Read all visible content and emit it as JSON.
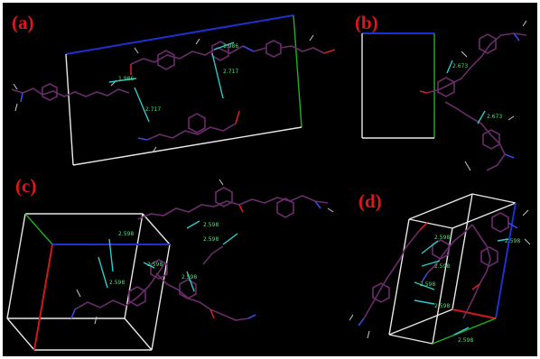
{
  "colors": {
    "background": "#000000",
    "panel_label": "#e0161e",
    "cell_edge": "#e8e8e8",
    "axis_a": "#d01818",
    "axis_b": "#2030d0",
    "axis_c": "#20b020",
    "hbond": "#30c8c8",
    "distance_label": "#50e070",
    "carbon": "#6a2c6a",
    "nitrogen": "#3a4adc",
    "oxygen": "#d02020",
    "hydrogen": "#c8c8c8"
  },
  "panels": {
    "a": {
      "label": "(a)",
      "distances": [
        "1.986",
        "1.986",
        "2.717",
        "2.717"
      ]
    },
    "b": {
      "label": "(b)",
      "distances": [
        "2.673",
        "2.673"
      ]
    },
    "c": {
      "label": "(c)",
      "distances": [
        "2.598",
        "2.598",
        "2.598",
        "2.598",
        "2.598",
        "2.598"
      ]
    },
    "d": {
      "label": "(d)",
      "distances": [
        "2.598",
        "2.598",
        "2.598",
        "2.598",
        "2.598",
        "2.598"
      ]
    }
  }
}
